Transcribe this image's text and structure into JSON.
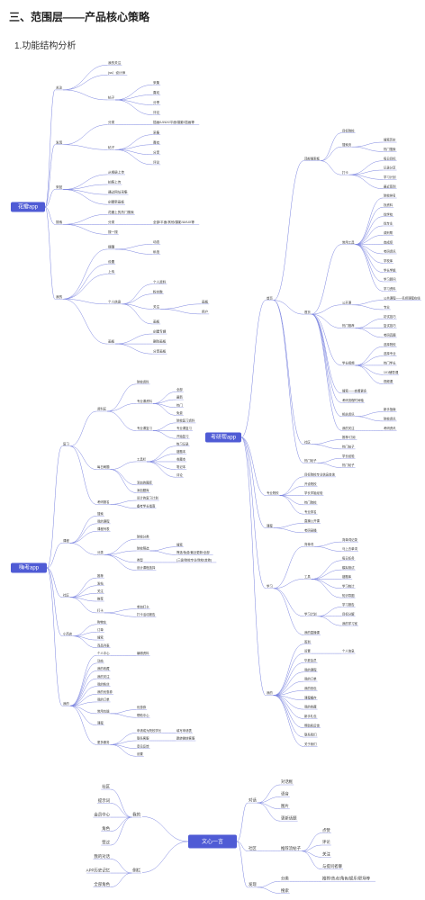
{
  "title": "三、范围层——产品核心策略",
  "subtitle": "1.功能结构分析",
  "colors": {
    "accent": "#4f5bd5",
    "line": "#7b84e0",
    "text": "#333333"
  },
  "maps": [
    {
      "id": "huaban",
      "root": "花瓣app",
      "children": [
        {
          "label": "关注",
          "children": [
            {
              "label": "我的关注"
            },
            {
              "label": "(ss）设计师"
            },
            {
              "label": "帖子",
              "children": [
                {
                  "label": "采集"
                },
                {
                  "label": "喜欢"
                },
                {
                  "label": "分享"
                },
                {
                  "label": "评论"
                }
              ]
            }
          ]
        },
        {
          "label": "发现",
          "children": [
            {
              "label": "分类",
              "children": [
                {
                  "label": "插画/UI/UX/平面/摄影/插画等"
                }
              ]
            },
            {
              "label": "帖子",
              "children": [
                {
                  "label": "采集"
                },
                {
                  "label": "喜欢"
                },
                {
                  "label": "分享"
                },
                {
                  "label": "评论"
                }
              ]
            }
          ]
        },
        {
          "label": "采贴",
          "children": [
            {
              "label": "从相册上传"
            },
            {
              "label": "拍照上传"
            },
            {
              "label": "通过网址采集"
            },
            {
              "label": "创建新画板"
            }
          ]
        },
        {
          "label": "搜索",
          "children": [
            {
              "label": "花瓣上的热门搜索"
            },
            {
              "label": "分类",
              "children": [
                {
                  "label": "全部/平面/其他/摄影/UI/UX等"
                }
              ]
            },
            {
              "label": "搜一搜"
            }
          ]
        },
        {
          "label": "我的",
          "children": [
            {
              "label": "提醒",
              "children": [
                {
                  "label": "动态"
                },
                {
                  "label": "私信"
                }
              ]
            },
            {
              "label": "设置"
            },
            {
              "label": "上传"
            },
            {
              "label": "个人信息",
              "children": [
                {
                  "label": "个人资料"
                },
                {
                  "label": "粉丝数"
                },
                {
                  "label": "关注",
                  "children": [
                    {
                      "label": "画板"
                    },
                    {
                      "label": "用户"
                    }
                  ]
                },
                {
                  "label": "画板"
                }
              ]
            },
            {
              "label": "画板",
              "children": [
                {
                  "label": "创建专辑"
                },
                {
                  "label": "删除画板"
                },
                {
                  "label": "分享画板"
                }
              ]
            }
          ]
        }
      ]
    },
    {
      "id": "yanbang",
      "root": "考研帮app",
      "children": [
        {
          "label": "首页",
          "children": [
            {
              "label": "顶部搜索框",
              "children": [
                {
                  "label": "目标院校"
                },
                {
                  "label": "搜索页",
                  "children": [
                    {
                      "label": "搜索历史"
                    },
                    {
                      "label": "热门搜索"
                    }
                  ]
                },
                {
                  "label": "打卡",
                  "children": [
                    {
                      "label": "每日目标"
                    },
                    {
                      "label": "记录分享"
                    },
                    {
                      "label": "学习计划"
                    },
                    {
                      "label": "最近签到"
                    }
                  ]
                }
              ]
            },
            {
              "label": "首页",
              "children": [
                {
                  "label": "常用工具",
                  "children": [
                    {
                      "label": "院校排名"
                    },
                    {
                      "label": "找资料"
                    },
                    {
                      "label": "找学校"
                    },
                    {
                      "label": "找专业"
                    },
                    {
                      "label": "调剂帮"
                    },
                    {
                      "label": "查成绩"
                    },
                    {
                      "label": "考研资讯"
                    },
                    {
                      "label": "学校库"
                    },
                    {
                      "label": "学长学姐"
                    },
                    {
                      "label": "学习顾问"
                    },
                    {
                      "label": "学习资料"
                    }
                  ]
                },
                {
                  "label": "公开课",
                  "children": [
                    {
                      "label": "公共课程——名师课程在线"
                    },
                    {
                      "label": "专业"
                    }
                  ]
                },
                {
                  "label": "热门推荐",
                  "children": [
                    {
                      "label": "初试技巧"
                    },
                    {
                      "label": "复试技巧"
                    },
                    {
                      "label": "考研真题"
                    }
                  ]
                },
                {
                  "label": "学长视频",
                  "children": [
                    {
                      "label": "选择院校"
                    },
                    {
                      "label": "选择专业"
                    },
                    {
                      "label": "热门学长"
                    },
                    {
                      "label": "1V1辅导课"
                    },
                    {
                      "label": "视频课"
                    }
                  ]
                },
                {
                  "label": "搜索——查看更多"
                },
                {
                  "label": "考研流程时间轴"
                },
                {
                  "label": "相关资讯",
                  "children": [
                    {
                      "label": "新手指南"
                    },
                    {
                      "label": "院校资讯"
                    }
                  ]
                },
                {
                  "label": "我的关注",
                  "children": [
                    {
                      "label": "考研资讯"
                    }
                  ]
                }
              ]
            },
            {
              "label": "社区",
              "children": [
                {
                  "label": "推荐/订阅"
                },
                {
                  "label": "热门帖子"
                }
              ]
            },
            {
              "label": "热门帖子",
              "children": [
                {
                  "label": "学长经验"
                },
                {
                  "label": "热门帖子"
                }
              ]
            }
          ]
        },
        {
          "label": "专业院校",
          "children": [
            {
              "label": "目标院校专业信息查询"
            },
            {
              "label": "开设院校"
            },
            {
              "label": "学长学姐经验"
            },
            {
              "label": "热门院校"
            },
            {
              "label": "专业排名"
            }
          ]
        },
        {
          "label": "课程",
          "children": [
            {
              "label": "直播公开课"
            },
            {
              "label": "考研录播"
            }
          ]
        },
        {
          "label": "学习",
          "children": [
            {
              "label": "背单词",
              "children": [
                {
                  "label": "背单词记录"
                },
                {
                  "label": "马上去单词"
                }
              ]
            },
            {
              "label": "工具",
              "children": [
                {
                  "label": "每日任务"
                },
                {
                  "label": "模拟测试"
                },
                {
                  "label": "错题库"
                },
                {
                  "label": "学习统计"
                },
                {
                  "label": "知识导图"
                }
              ]
            },
            {
              "label": "学习计划",
              "children": [
                {
                  "label": "学习报告"
                },
                {
                  "label": "目标分解"
                },
                {
                  "label": "我的学习室"
                }
              ]
            },
            {
              "label": "我的直播课"
            }
          ]
        },
        {
          "label": "我的",
          "children": [
            {
              "label": "签到"
            },
            {
              "label": "设置",
              "children": [
                {
                  "label": "个人信息"
                }
              ]
            },
            {
              "label": "华夏会员"
            },
            {
              "label": "我的课程"
            },
            {
              "label": "我的订单"
            },
            {
              "label": "我的钱包"
            },
            {
              "label": "课程缓存"
            },
            {
              "label": "我的收藏"
            },
            {
              "label": "新手礼包"
            },
            {
              "label": "帮助和反馈"
            },
            {
              "label": "联系我们"
            },
            {
              "label": "关于我们"
            }
          ]
        }
      ]
    },
    {
      "id": "kaoyan",
      "root": "嗨考app",
      "children": [
        {
          "label": "复习",
          "children": [
            {
              "label": "资料区",
              "children": [
                {
                  "label": "院校资料"
                },
                {
                  "label": "专业课资料",
                  "children": [
                    {
                      "label": "全部"
                    },
                    {
                      "label": "最新"
                    },
                    {
                      "label": "热门"
                    },
                    {
                      "label": "免费"
                    }
                  ]
                },
                {
                  "label": "专业课复习",
                  "children": [
                    {
                      "label": "院校复习资料"
                    },
                    {
                      "label": "专业课复习"
                    },
                    {
                      "label": "开始复习"
                    }
                  ]
                }
              ]
            },
            {
              "label": "每日刷题",
              "children": [
                {
                  "label": "工具栏",
                  "children": [
                    {
                      "label": "练习记录"
                    },
                    {
                      "label": "错题本"
                    },
                    {
                      "label": "收藏本"
                    },
                    {
                      "label": "笔记本"
                    },
                    {
                      "label": "评论"
                    }
                  ]
                },
                {
                  "label": "添加的题库"
                },
                {
                  "label": "添加题库"
                }
              ]
            },
            {
              "label": "考研报名",
              "children": [
                {
                  "label": "设计的复习计划"
                },
                {
                  "label": "备考学长指南"
                }
              ]
            }
          ]
        },
        {
          "label": "课程",
          "children": [
            {
              "label": "搜索"
            },
            {
              "label": "我的课程"
            },
            {
              "label": "课程列表"
            },
            {
              "label": "分类",
              "children": [
                {
                  "label": "院校分类"
                },
                {
                  "label": "院校筛选",
                  "children": [
                    {
                      "label": "搜索"
                    },
                    {
                      "label": "筛选/免费/最近更新/全部"
                    }
                  ]
                },
                {
                  "label": "类型",
                  "children": [
                    {
                      "label": "(三级/院校专业/院校/其他)"
                    }
                  ]
                },
                {
                  "label": "设计课程选择"
                }
              ]
            }
          ]
        },
        {
          "label": "社区",
          "children": [
            {
              "label": "推荐"
            },
            {
              "label": "发帖"
            },
            {
              "label": "关注"
            },
            {
              "label": "推荐"
            },
            {
              "label": "打卡",
              "children": [
                {
                  "label": "参加打卡"
                },
                {
                  "label": "打卡活动报告"
                }
              ]
            }
          ]
        },
        {
          "label": "小商店",
          "children": [
            {
              "label": "购物车"
            },
            {
              "label": "订单"
            },
            {
              "label": "搜索"
            },
            {
              "label": "商品列表"
            }
          ]
        },
        {
          "label": "我的",
          "children": [
            {
              "label": "个人中心",
              "children": [
                {
                  "label": "编辑资料"
                }
              ]
            },
            {
              "label": "动态"
            },
            {
              "label": "我的收藏"
            },
            {
              "label": "我的关注"
            },
            {
              "label": "我的粉丝"
            },
            {
              "label": "我的优惠券"
            },
            {
              "label": "我的订单"
            },
            {
              "label": "常用功能",
              "children": [
                {
                  "label": "优惠券"
                },
                {
                  "label": "帮助中心"
                }
              ]
            },
            {
              "label": "课程"
            },
            {
              "label": "更多服务",
              "children": [
                {
                  "label": "申请成为院校学长",
                  "children": [
                    {
                      "label": "填写申请表"
                    }
                  ]
                },
                {
                  "label": "联系客服",
                  "children": [
                    {
                      "label": "跳转微信客服"
                    }
                  ]
                },
                {
                  "label": "意见反馈"
                },
                {
                  "label": "设置"
                }
              ]
            }
          ]
        }
      ]
    },
    {
      "id": "wenxin",
      "root": "文心一言",
      "children": [
        {
          "label": "我的",
          "side": "left",
          "children": [
            {
              "label": "社区"
            },
            {
              "label": "提示词"
            },
            {
              "label": "会员中心"
            },
            {
              "label": "角色"
            },
            {
              "label": "赞过"
            }
          ]
        },
        {
          "label": "侧栏",
          "side": "left",
          "children": [
            {
              "label": "我的对话"
            },
            {
              "label": "APP历史记忆"
            },
            {
              "label": "全部角色"
            }
          ]
        },
        {
          "label": "对话",
          "side": "right",
          "children": [
            {
              "label": "对话框"
            },
            {
              "label": "语音"
            },
            {
              "label": "图片"
            },
            {
              "label": "更新话题"
            }
          ]
        },
        {
          "label": "社区",
          "side": "right",
          "children": [
            {
              "label": "推荐流帖子",
              "children": [
                {
                  "label": "点赞"
                },
                {
                  "label": "评论"
                },
                {
                  "label": "关注"
                },
                {
                  "label": "与提问者聊"
                }
              ]
            }
          ]
        },
        {
          "label": "发现",
          "side": "right",
          "children": [
            {
              "label": "分类",
              "children": [
                {
                  "label": "推荐/热点/角色/娱乐/职场等"
                }
              ]
            },
            {
              "label": "搜索"
            }
          ]
        }
      ]
    }
  ]
}
